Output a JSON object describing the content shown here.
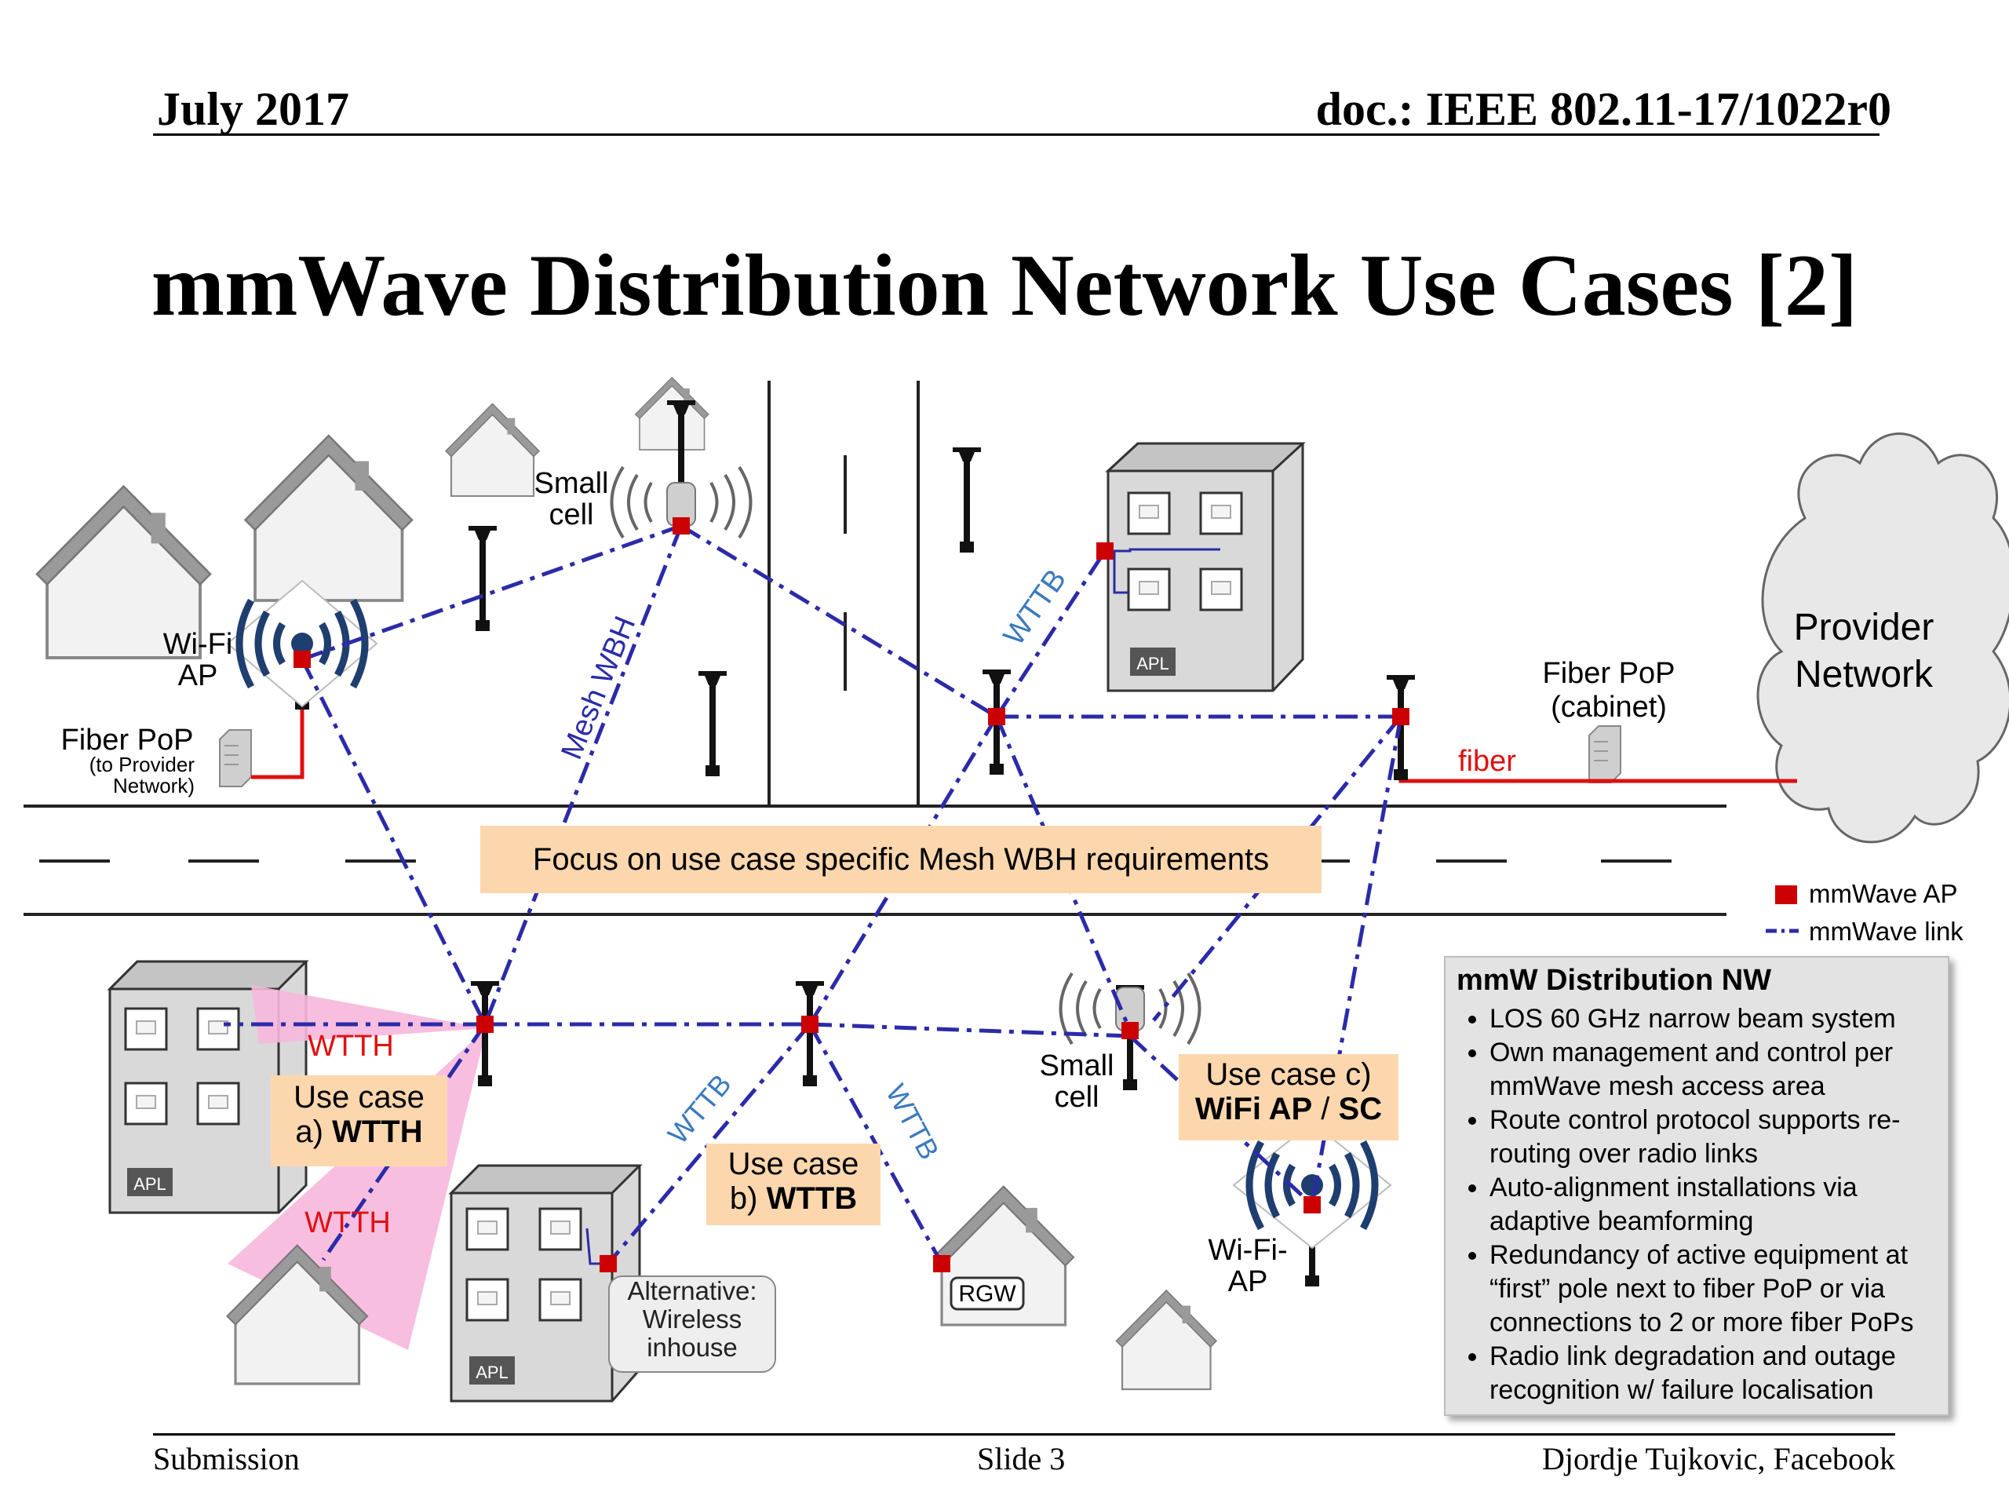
{
  "header": {
    "date": "July 2017",
    "doc": "doc.: IEEE 802.11-17/1022r0"
  },
  "title": "mmWave Distribution Network Use Cases [2]",
  "footer": {
    "left": "Submission",
    "center": "Slide 3",
    "right": "Djordje Tujkovic, Facebook"
  },
  "labels": {
    "small_cell_top_1": "Small",
    "small_cell_top_2": "cell",
    "wifi_ap_top_1": "Wi-Fi",
    "wifi_ap_top_2": "AP",
    "fiber_pop_left": "Fiber PoP",
    "fiber_pop_left_sub_1": "(to Provider",
    "fiber_pop_left_sub_2": "Network)",
    "mesh_wbh": "Mesh WBH",
    "wttb_top": "WTTB",
    "apl": "APL",
    "fiber_pop_right_1": "Fiber PoP",
    "fiber_pop_right_2": "(cabinet)",
    "fiber": "fiber",
    "provider_1": "Provider",
    "provider_2": "Network",
    "wtth_1": "WTTH",
    "wtth_2": "WTTH",
    "wttb_mid_1": "WTTB",
    "wttb_mid_2": "WTTB",
    "small_cell_bot_1": "Small",
    "small_cell_bot_2": "cell",
    "wifi_ap_bot_1": "Wi-Fi-",
    "wifi_ap_bot_2": "AP",
    "rgw": "RGW",
    "alt_1": "Alternative:",
    "alt_2": "Wireless",
    "alt_3": "inhouse"
  },
  "focus": "Focus on use case specific Mesh WBH requirements",
  "use_case_a": {
    "line1": "Use case",
    "line2a": "a) ",
    "line2b": "WTTH"
  },
  "use_case_b": {
    "line1": "Use case",
    "line2a": "b) ",
    "line2b": "WTTB"
  },
  "use_case_c": {
    "line1": "Use case c)",
    "line2a": "WiFi AP",
    "line2sep": " / ",
    "line2b": "SC"
  },
  "legend": {
    "ap": "mmWave AP",
    "link": "mmWave link"
  },
  "info": {
    "title": "mmW Distribution NW",
    "items": [
      "LOS 60 GHz narrow beam system",
      "Own management and control per mmWave mesh access area",
      "Route control protocol supports re-routing over radio links",
      "Auto-alignment installations via adaptive beamforming",
      "Redundancy of active equipment at “first” pole next to fiber PoP or via connections to 2 or more fiber PoPs",
      "Radio link degradation and outage recognition w/ failure localisation"
    ]
  },
  "colors": {
    "link": "#2b2ba8",
    "ap": "#cc0000",
    "fiber": "#e01010",
    "box": "#fcd7ae",
    "pink": "#f7b7dc"
  }
}
